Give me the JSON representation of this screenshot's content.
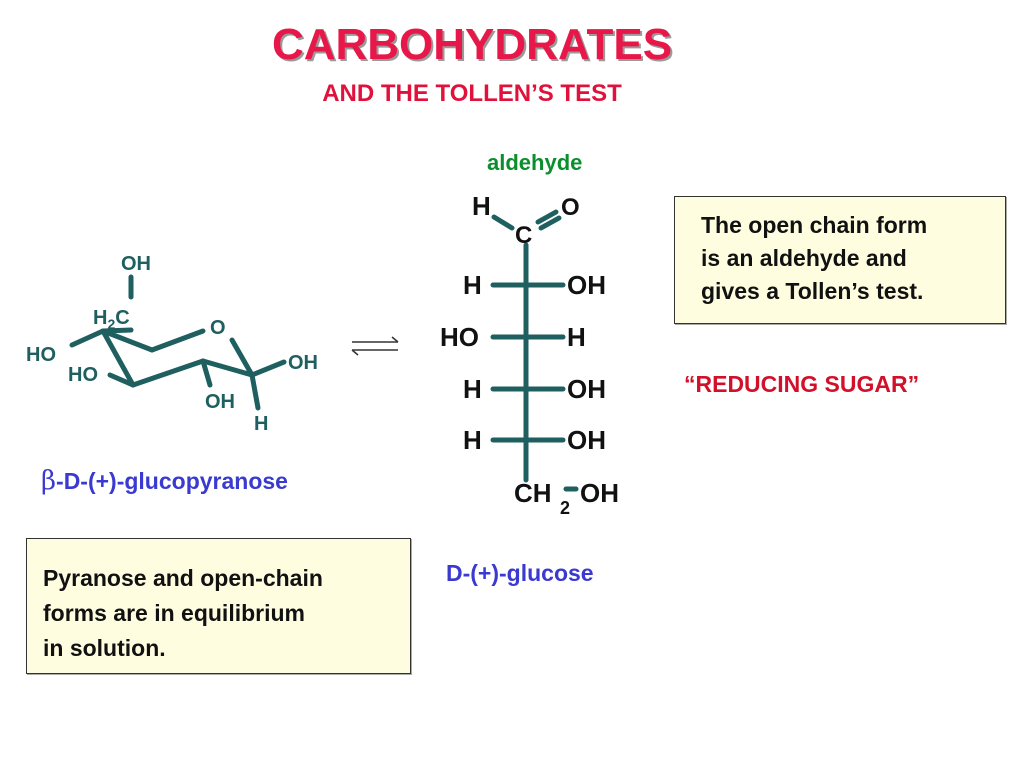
{
  "slide": {
    "title": "CARBOHYDRATES",
    "subtitle": "AND THE TOLLEN’S TEST",
    "colors": {
      "title": "#e8174a",
      "bond": "#1f5f5f",
      "green": "#0a8f2c",
      "blue": "#3a3ad0",
      "box_bg": "#fffde0"
    }
  },
  "pyranose": {
    "atoms": {
      "oh_top": "OH",
      "h2c": "H",
      "h2c_sub": "2",
      "h2c_c": "C",
      "ring_o": "O",
      "ho_left": "HO",
      "ho_inner": "HO",
      "oh_right": "OH",
      "oh_bottom": "OH",
      "h_bottom": "H"
    },
    "name_prefix": "β",
    "name_rest": "-D-(+)-glucopyranose"
  },
  "open_chain": {
    "header_label": "aldehyde",
    "aldehyde": {
      "h": "H",
      "c": "C",
      "o": "O"
    },
    "rows": [
      {
        "left": "H",
        "right": "OH"
      },
      {
        "left": "HO",
        "right": "H"
      },
      {
        "left": "H",
        "right": "OH"
      },
      {
        "left": "H",
        "right": "OH"
      }
    ],
    "bottom": {
      "ch": "CH",
      "sub": "2",
      "oh": "OH"
    },
    "name": "D-(+)-glucose"
  },
  "notes": {
    "box_right": [
      "The open chain form",
      "is an aldehyde and",
      "gives a Tollen’s test."
    ],
    "reducing": "“REDUCING SUGAR”",
    "box_left": [
      "Pyranose and open-chain",
      "forms are in equilibrium",
      "in solution."
    ]
  }
}
